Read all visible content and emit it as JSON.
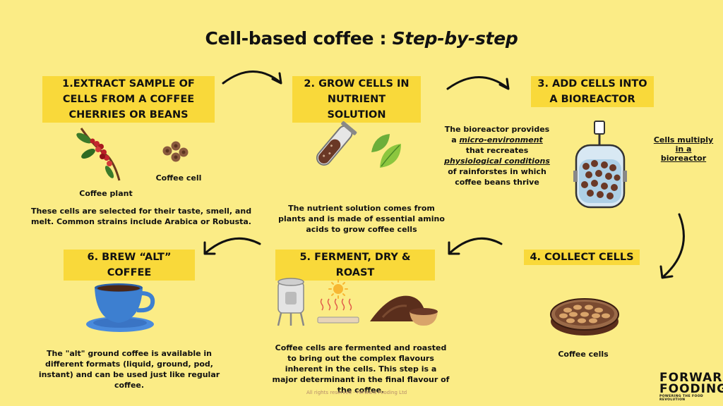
{
  "title": {
    "main": "Cell-based coffee",
    "sep": " : ",
    "sub": "Step-by-step"
  },
  "steps": [
    {
      "heading": "1.EXTRACT SAMPLE OF CELLS FROM A COFFEE CHERRIES OR BEANS",
      "labels": [
        "Coffee plant",
        "Coffee cell"
      ],
      "text": "These cells are selected for their taste, smell, and melt. Common strains include Arabica or Robusta."
    },
    {
      "heading": "2. GROW CELLS IN NUTRIENT SOLUTION",
      "text": "The nutrient solution comes from plants and is made of essential amino acids to grow coffee cells"
    },
    {
      "heading": "3. ADD CELLS INTO A BIOREACTOR",
      "text_parts": [
        "The bioreactor provides a ",
        "micro-environment",
        " that recreates ",
        "physiological conditions",
        " of rainforstes in which coffee beans thrive"
      ],
      "side_note": "Cells multiply in a bioreactor"
    },
    {
      "heading": "4.  COLLECT CELLS",
      "labels": [
        "Coffee cells"
      ]
    },
    {
      "heading": "5.  FERMENT, DRY & ROAST",
      "text": "Coffee cells are fermented and roasted to bring out the complex flavours inherent in the cells. This step is a major determinant in the final flavour of the coffee."
    },
    {
      "heading": "6. BREW “ALT” COFFEE",
      "text": "The \"alt\" ground coffee is available in different formats (liquid, ground, pod, instant) and can be used just like regular coffee."
    }
  ],
  "footer": "All rights reserved - Forward Fooding Ltd",
  "logo": {
    "line1": "FORWARD",
    "line2": "FOODING",
    "tagline": "POWERING THE FOOD REVOLUTION"
  },
  "colors": {
    "background": "#fbec86",
    "highlight": "#f9d93a",
    "coffee": "#5a2e1c",
    "cup": "#3d7fd0"
  }
}
